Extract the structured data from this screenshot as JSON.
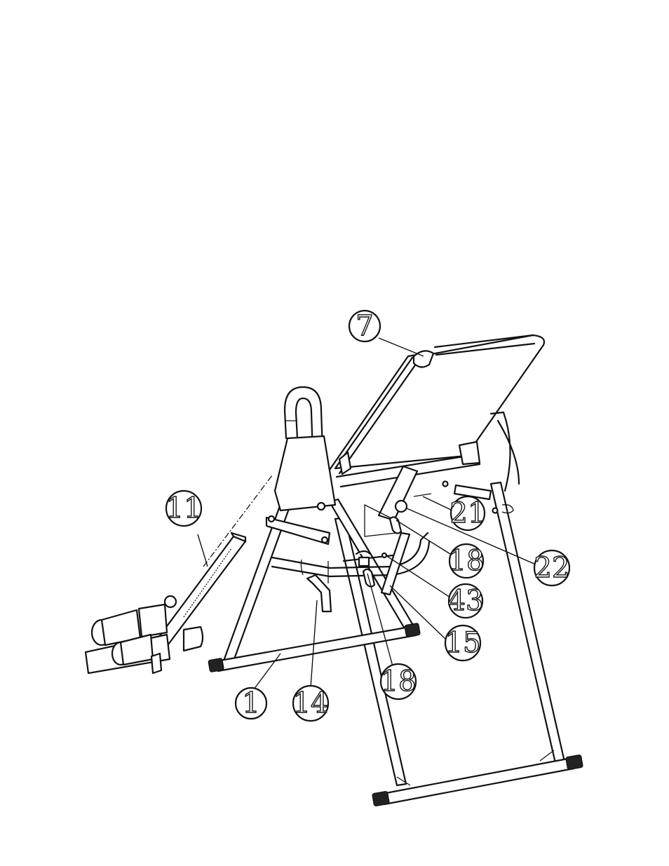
{
  "callouts": [
    {
      "id": "c7",
      "label": "7"
    },
    {
      "id": "c11",
      "label": "11"
    },
    {
      "id": "c21",
      "label": "21"
    },
    {
      "id": "c18a",
      "label": "18"
    },
    {
      "id": "c22",
      "label": "22"
    },
    {
      "id": "c43",
      "label": "43"
    },
    {
      "id": "c15",
      "label": "15"
    },
    {
      "id": "c18b",
      "label": "18"
    },
    {
      "id": "c1",
      "label": "1"
    },
    {
      "id": "c14",
      "label": "14"
    }
  ]
}
